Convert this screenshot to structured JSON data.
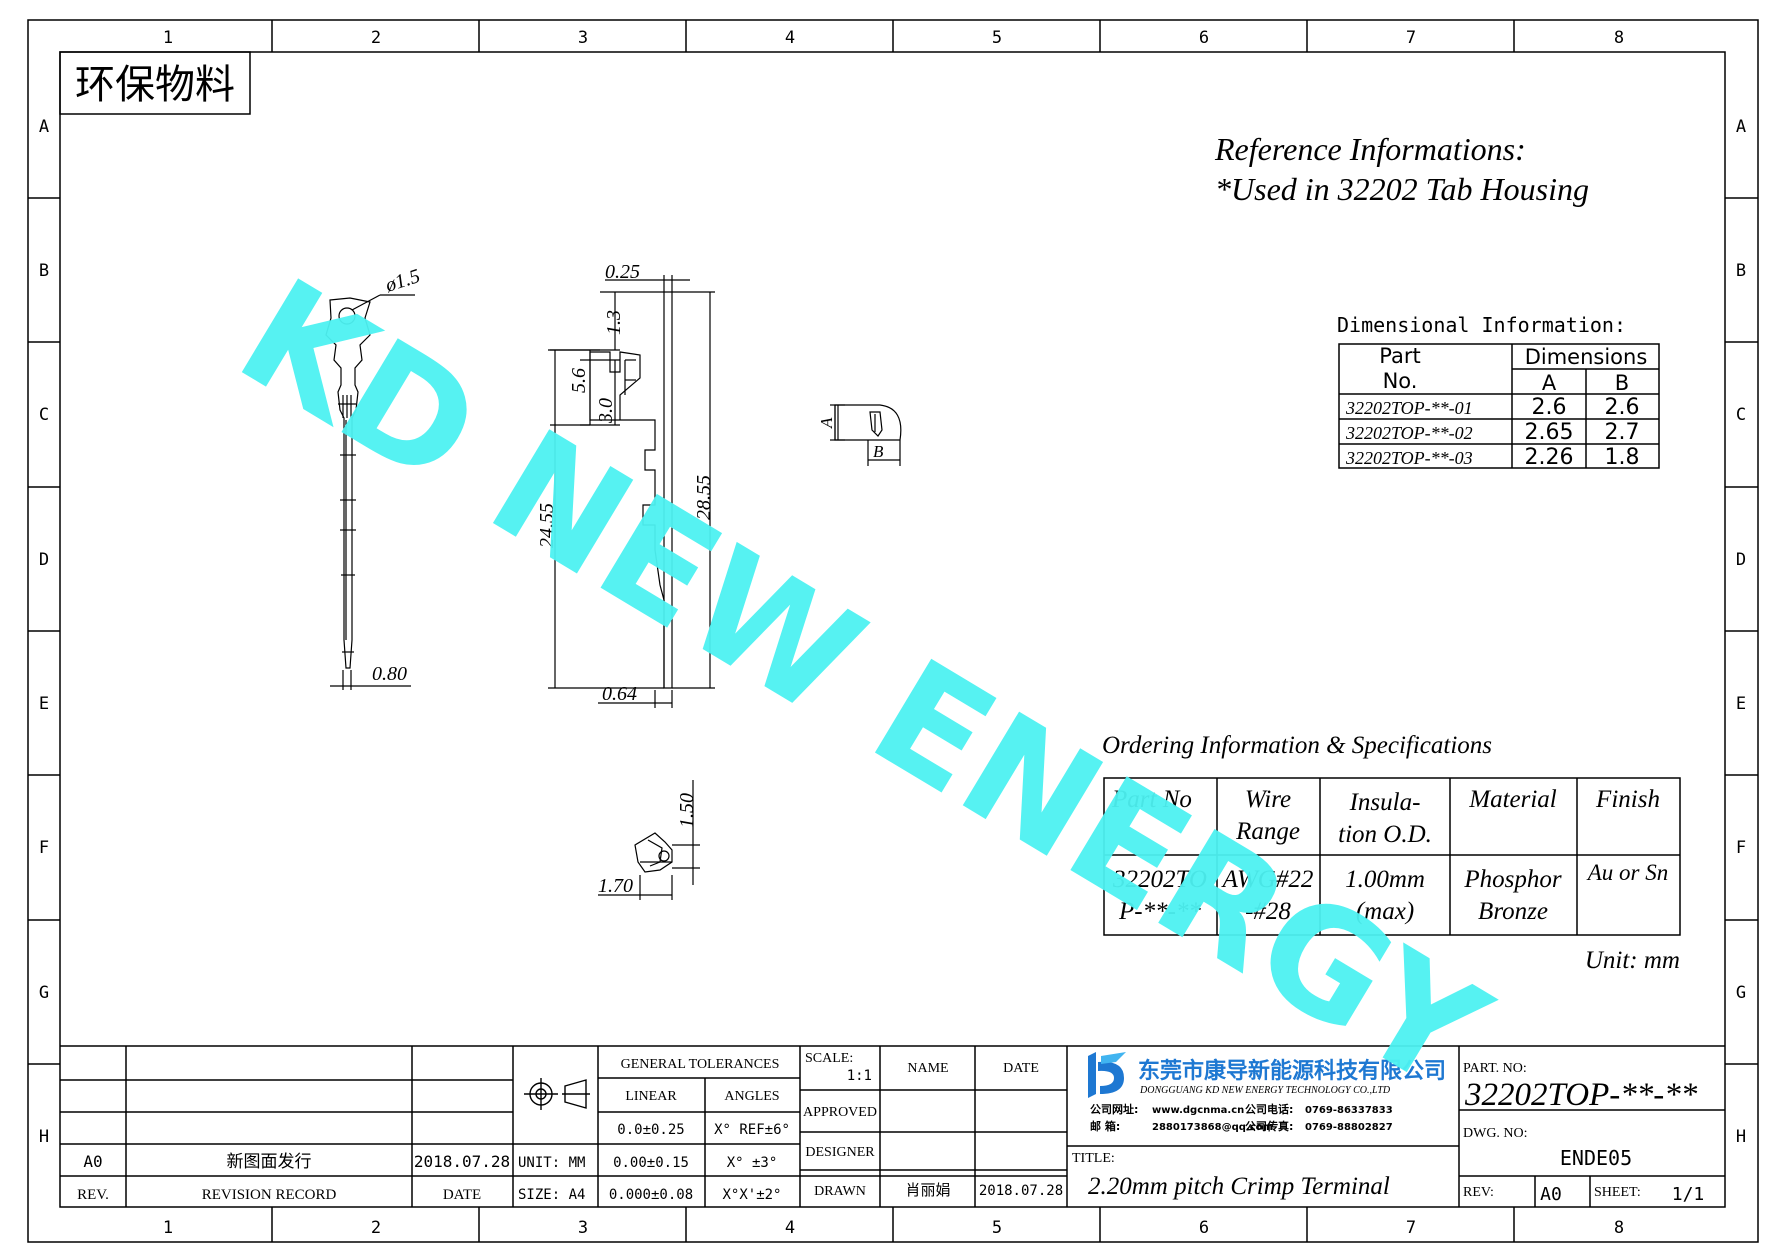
{
  "grid": {
    "columns": [
      "1",
      "2",
      "3",
      "4",
      "5",
      "6",
      "7",
      "8"
    ],
    "rows": [
      "A",
      "B",
      "C",
      "D",
      "E",
      "F",
      "G",
      "H"
    ]
  },
  "badge": "环保物料",
  "reference": {
    "line1": "Reference Informations:",
    "line2": "*Used in 32202 Tab Housing"
  },
  "watermark": {
    "text": "KD NEW ENERGY",
    "color": "#4DF2F2"
  },
  "drawing_dims": {
    "hole": "ø1.5",
    "width_080": "0.80",
    "thick_025": "0.25",
    "d_13": "1.3",
    "d_56": "5.6",
    "d_30": "3.0",
    "d_2455": "24.55",
    "d_2855": "28.55",
    "d_064": "0.64",
    "d_150": "1.50",
    "d_170": "1.70",
    "label_a": "A",
    "label_b": "B"
  },
  "dimensional": {
    "title": "Dimensional Information:",
    "head_part": "Part",
    "head_no": "No.",
    "head_dims": "Dimensions",
    "head_a": "A",
    "head_b": "B",
    "rows": [
      {
        "part": "32202TOP-**-01",
        "a": "2.6",
        "b": "2.6"
      },
      {
        "part": "32202TOP-**-02",
        "a": "2.65",
        "b": "2.7"
      },
      {
        "part": "32202TOP-**-03",
        "a": "2.26",
        "b": "1.8"
      }
    ]
  },
  "ordering": {
    "title": "Ordering Information & Specifications",
    "h_part": "Part No",
    "h_wire1": "Wire",
    "h_wire2": "Range",
    "h_ins1": "Insula-",
    "h_ins2": "tion O.D.",
    "h_material": "Material",
    "h_finish": "Finish",
    "v_part1": "32202TO",
    "v_part2": "P-**-**",
    "v_wire1": "AWG#22",
    "v_wire2": "-#28",
    "v_ins1": "1.00mm",
    "v_ins2": "(max)",
    "v_mat1": "Phosphor",
    "v_mat2": "Bronze",
    "v_finish": "Au or Sn",
    "unit": "Unit: mm"
  },
  "titleblock": {
    "rev_a0": "A0",
    "rev_record_text": "新图面发行",
    "rev_date": "2018.07.28",
    "rev_label": "REV.",
    "revision_record": "REVISION RECORD",
    "date_label": "DATE",
    "unit": "UNIT: MM",
    "size": "SIZE: A4",
    "general_tolerances": "GENERAL TOLERANCES",
    "linear": "LINEAR",
    "angles": "ANGLES",
    "lin1": "0.0±0.25",
    "lin2": "0.00±0.15",
    "lin3": "0.000±0.08",
    "ang1": "X° REF±6°",
    "ang2": "X° ±3°",
    "ang3": "X°X'±2°",
    "scale": "SCALE:",
    "scale_val": "1:1",
    "name": "NAME",
    "date": "DATE",
    "approved": "APPROVED",
    "designer": "DESIGNER",
    "drawn": "DRAWN",
    "drawn_name": "肖丽娟",
    "drawn_date": "2018.07.28",
    "company_cn": "东莞市康导新能源科技有限公司",
    "company_en": "DONGGUANG KD NEW ENERGY TECHNOLOGY CO.,LTD",
    "web_label": "公司网址:",
    "web": "www.dgcnma.cn",
    "tel_label": "公司电话:",
    "tel": "0769-86337833",
    "mail_label": "邮  箱:",
    "mail": "2880173868@qq.com",
    "fax_label": "公司传真:",
    "fax": "0769-88802827",
    "title_label": "TITLE:",
    "title": "2.20mm pitch Crimp Terminal",
    "part_no_label": "PART. NO:",
    "part_no": "32202TOP-**-**",
    "dwg_no_label": "DWG. NO:",
    "dwg_no": "ENDE05",
    "rev2_label": "REV:",
    "rev2": "A0",
    "sheet_label": "SHEET:",
    "sheet": "1/1",
    "logo_color": "#1E78D2"
  }
}
